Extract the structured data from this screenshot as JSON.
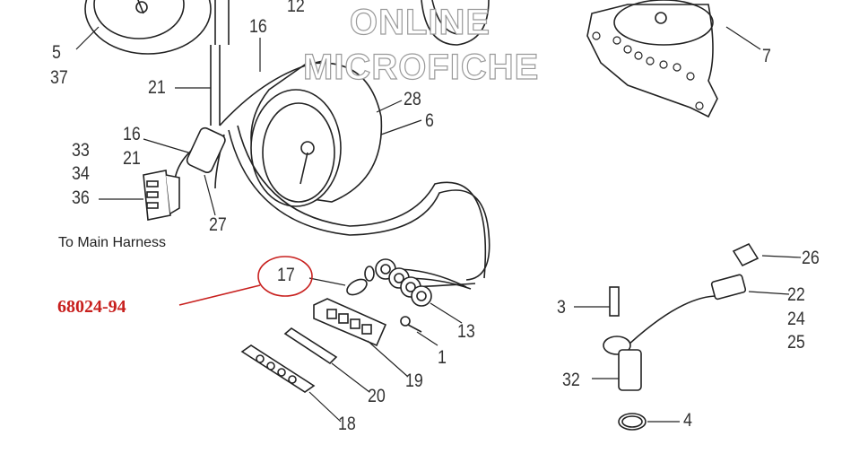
{
  "watermark": {
    "line1": "ONLINE",
    "line2": "MICROFICHE"
  },
  "callout": {
    "part_number": "68024-94",
    "highlight_color": "#c8201e"
  },
  "note": "To Main Harness",
  "labels": [
    "12",
    "16",
    "5",
    "37",
    "21",
    "28",
    "6",
    "7",
    "16",
    "21",
    "33",
    "34",
    "36",
    "27",
    "17",
    "13",
    "1",
    "19",
    "20",
    "18",
    "26",
    "3",
    "22",
    "24",
    "25",
    "32",
    "4"
  ]
}
